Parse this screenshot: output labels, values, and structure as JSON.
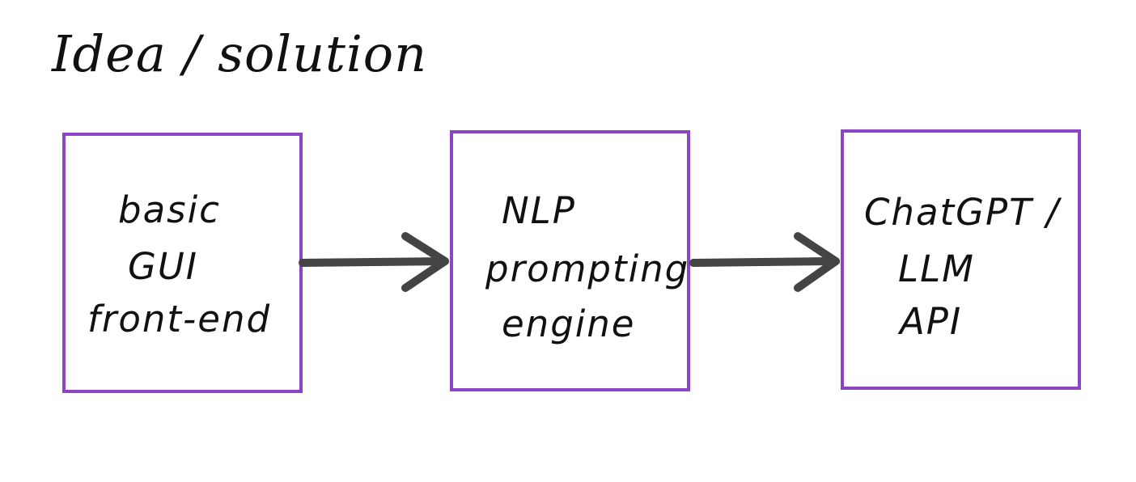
{
  "title": "Idea / solution",
  "colors": {
    "box_border": "#8c44c4",
    "arrow": "#444444",
    "text": "#111111",
    "background": "#ffffff"
  },
  "boxes": [
    {
      "lines": [
        "basic",
        "GUI",
        "front-end"
      ]
    },
    {
      "lines": [
        "NLP",
        "prompting",
        "engine"
      ]
    },
    {
      "lines": [
        "ChatGPT /",
        "LLM",
        "API"
      ]
    }
  ],
  "arrows": [
    {
      "from": "box-1",
      "to": "box-2",
      "icon": "arrow-right-icon"
    },
    {
      "from": "box-2",
      "to": "box-3",
      "icon": "arrow-right-icon"
    }
  ]
}
